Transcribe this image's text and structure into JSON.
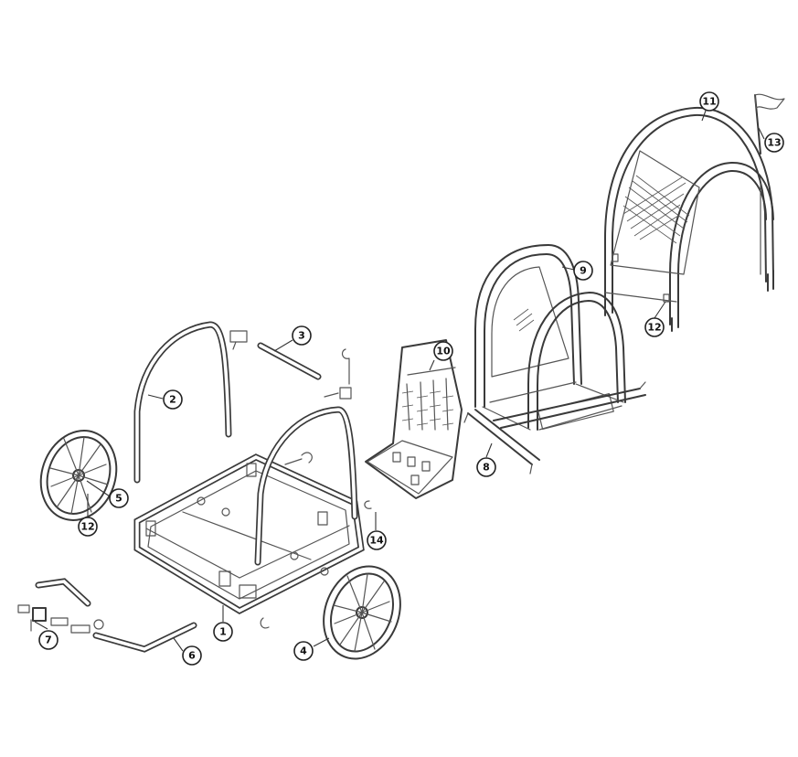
{
  "diagram": {
    "type": "exploded-parts-view",
    "colors": {
      "line": "#3a3a3a",
      "background": "#ffffff"
    },
    "callouts": [
      {
        "id": "c1",
        "label": "1"
      },
      {
        "id": "c2",
        "label": "2"
      },
      {
        "id": "c3",
        "label": "3"
      },
      {
        "id": "c4",
        "label": "4"
      },
      {
        "id": "c5",
        "label": "5"
      },
      {
        "id": "c6",
        "label": "6"
      },
      {
        "id": "c7",
        "label": "7"
      },
      {
        "id": "c8",
        "label": "8"
      },
      {
        "id": "c9",
        "label": "9"
      },
      {
        "id": "c10",
        "label": "10"
      },
      {
        "id": "c11",
        "label": "11"
      },
      {
        "id": "c12a",
        "label": "12"
      },
      {
        "id": "c12b",
        "label": "12"
      },
      {
        "id": "c13",
        "label": "13"
      },
      {
        "id": "c14",
        "label": "14"
      }
    ]
  }
}
